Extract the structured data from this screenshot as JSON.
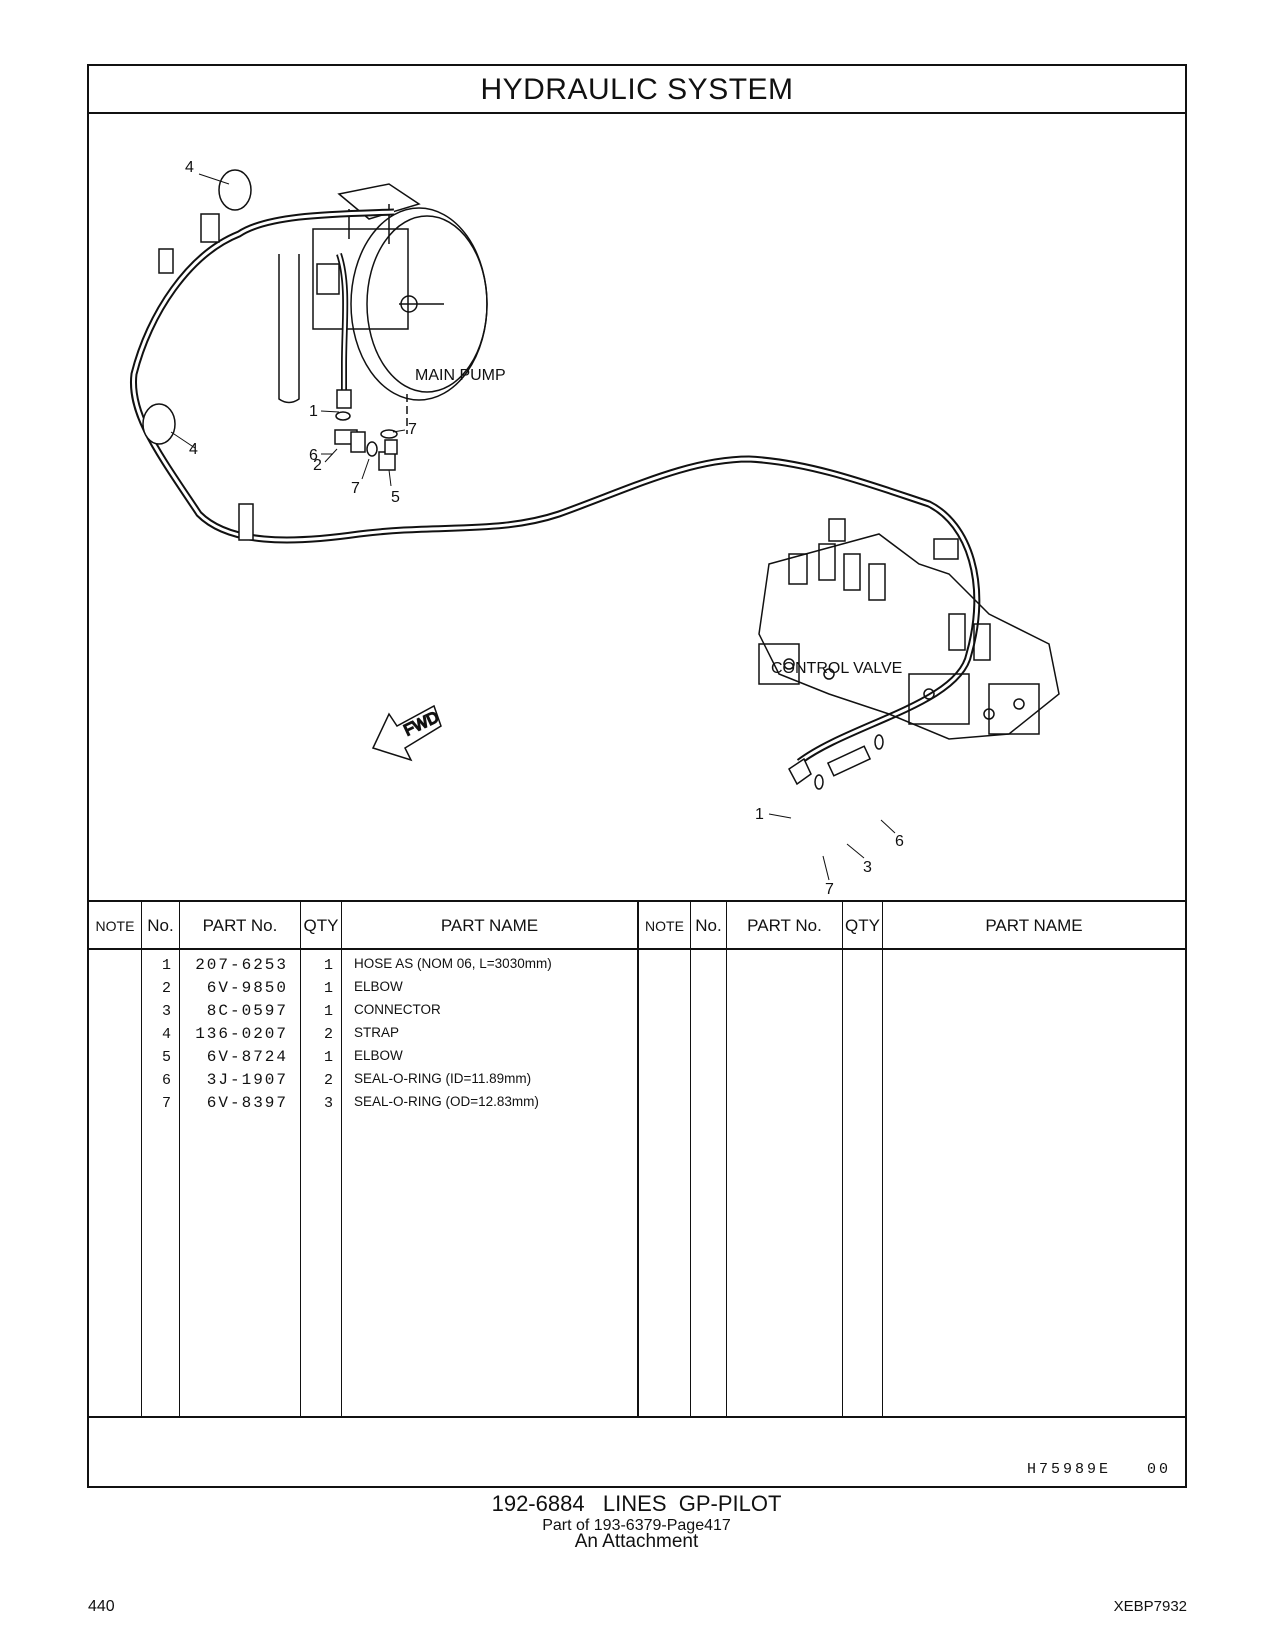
{
  "title": "HYDRAULIC   SYSTEM",
  "diagram": {
    "labels": {
      "main_pump": "MAIN PUMP",
      "control_valve": "CONTROL VALVE",
      "fwd": "FWD"
    },
    "callouts": [
      "4",
      "4",
      "1",
      "6",
      "2",
      "7",
      "7",
      "5",
      "1",
      "6",
      "3",
      "7"
    ]
  },
  "table": {
    "headers": {
      "note": "NOTE",
      "no": "No.",
      "part_no": "PART No.",
      "qty": "QTY",
      "part_name": "PART NAME"
    },
    "rows": [
      {
        "no": "1",
        "part_no": "207-6253",
        "qty": "1",
        "name": "HOSE  AS (NOM 06, L=3030mm)"
      },
      {
        "no": "2",
        "part_no": "6V-9850",
        "qty": "1",
        "name": "ELBOW"
      },
      {
        "no": "3",
        "part_no": "8C-0597",
        "qty": "1",
        "name": "CONNECTOR"
      },
      {
        "no": "4",
        "part_no": "136-0207",
        "qty": "2",
        "name": "STRAP"
      },
      {
        "no": "5",
        "part_no": "6V-8724",
        "qty": "1",
        "name": "ELBOW"
      },
      {
        "no": "6",
        "part_no": "3J-1907",
        "qty": "2",
        "name": "SEAL-O-RING (ID=11.89mm)"
      },
      {
        "no": "7",
        "part_no": "6V-8397",
        "qty": "3",
        "name": "SEAL-O-RING (OD=12.83mm)"
      }
    ]
  },
  "drawing_code": "H75989E   00",
  "caption": {
    "main": "192-6884   LINES  GP-PILOT",
    "sub1": "Part of 193-6379-Page417",
    "sub2": "An Attachment"
  },
  "page_number": "440",
  "doc_code": "XEBP7932"
}
